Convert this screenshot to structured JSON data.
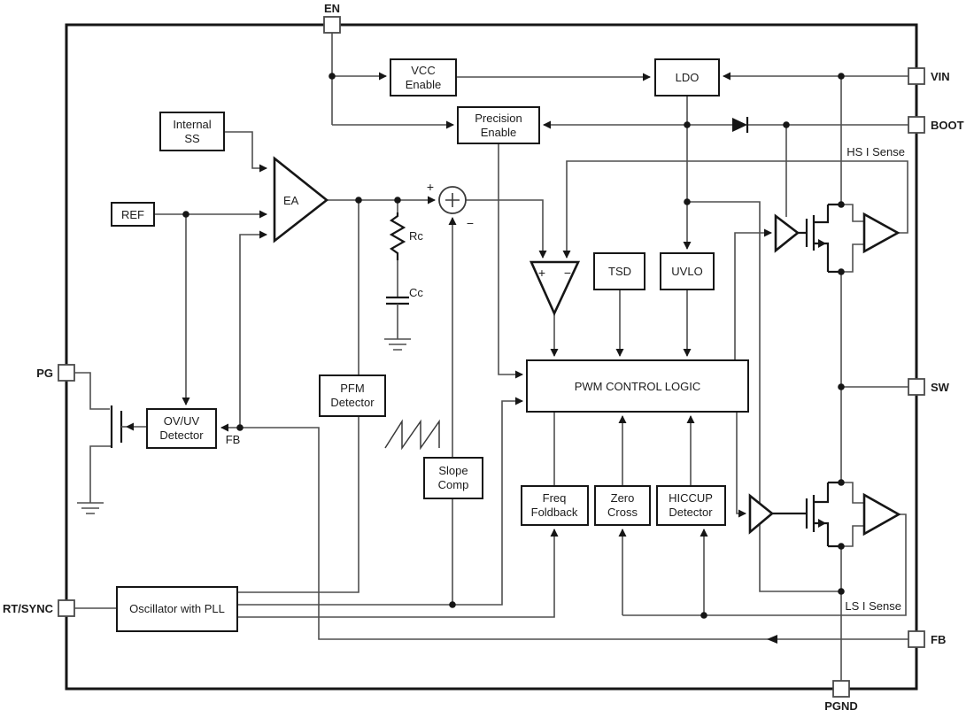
{
  "colors": {
    "background": "#ffffff",
    "outline": "#161616",
    "wire": "#4f4f4f",
    "text": "#1c1c1c",
    "pin_fill": "#ffffff"
  },
  "pins": {
    "en": {
      "label": "EN"
    },
    "vin": {
      "label": "VIN"
    },
    "boot": {
      "label": "BOOT"
    },
    "sw": {
      "label": "SW"
    },
    "fb": {
      "label": "FB"
    },
    "pgnd": {
      "label": "PGND"
    },
    "pg": {
      "label": "PG"
    },
    "rt_sync": {
      "label": "RT/SYNC"
    }
  },
  "blocks": {
    "vcc_enable": {
      "line1": "VCC",
      "line2": "Enable"
    },
    "ldo": {
      "line1": "LDO"
    },
    "precision_enable": {
      "line1": "Precision",
      "line2": "Enable"
    },
    "internal_ss": {
      "line1": "Internal",
      "line2": "SS"
    },
    "ref": {
      "line1": "REF"
    },
    "ovuv_detector": {
      "line1": "OV/UV",
      "line2": "Detector"
    },
    "pfm_detector": {
      "line1": "PFM",
      "line2": "Detector"
    },
    "slope_comp": {
      "line1": "Slope",
      "line2": "Comp"
    },
    "tsd": {
      "line1": "TSD"
    },
    "uvlo": {
      "line1": "UVLO"
    },
    "pwm_control_logic": {
      "line1": "PWM CONTROL LOGIC"
    },
    "freq_foldback": {
      "line1": "Freq",
      "line2": "Foldback"
    },
    "zero_cross": {
      "line1": "Zero",
      "line2": "Cross"
    },
    "hiccup_detector": {
      "line1": "HICCUP",
      "line2": "Detector"
    },
    "oscillator_pll": {
      "line1": "Oscillator with PLL"
    }
  },
  "amplifiers": {
    "error_amp": {
      "label": "EA"
    },
    "pwm_comparator": {
      "plus": "+",
      "minus": "−"
    },
    "summing_junction": {
      "plus": "+",
      "minus": "−"
    }
  },
  "passives": {
    "rc": "Rc",
    "cc": "Cc"
  },
  "nets": {
    "hs_i_sense": "HS I Sense",
    "ls_i_sense": "LS I Sense",
    "fb_node": "FB"
  }
}
